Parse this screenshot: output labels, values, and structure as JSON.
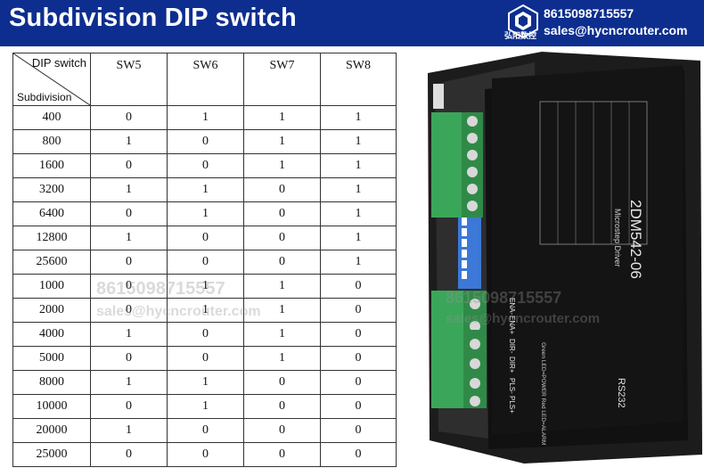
{
  "header": {
    "title": "Subdivision DIP switch",
    "brand_cn": "弘阳数控",
    "phone": "8615098715557",
    "email": "sales@hycncrouter.com"
  },
  "table": {
    "corner_top": "DIP switch",
    "corner_bottom": "Subdivision",
    "columns": [
      "SW5",
      "SW6",
      "SW7",
      "SW8"
    ],
    "rows": [
      {
        "label": "400",
        "values": [
          "0",
          "1",
          "1",
          "1"
        ]
      },
      {
        "label": "800",
        "values": [
          "1",
          "0",
          "1",
          "1"
        ]
      },
      {
        "label": "1600",
        "values": [
          "0",
          "0",
          "1",
          "1"
        ]
      },
      {
        "label": "3200",
        "values": [
          "1",
          "1",
          "0",
          "1"
        ]
      },
      {
        "label": "6400",
        "values": [
          "0",
          "1",
          "0",
          "1"
        ]
      },
      {
        "label": "12800",
        "values": [
          "1",
          "0",
          "0",
          "1"
        ]
      },
      {
        "label": "25600",
        "values": [
          "0",
          "0",
          "0",
          "1"
        ]
      },
      {
        "label": "1000",
        "values": [
          "0",
          "1",
          "1",
          "0"
        ]
      },
      {
        "label": "2000",
        "values": [
          "0",
          "1",
          "1",
          "0"
        ]
      },
      {
        "label": "4000",
        "values": [
          "1",
          "0",
          "1",
          "0"
        ]
      },
      {
        "label": "5000",
        "values": [
          "0",
          "0",
          "1",
          "0"
        ]
      },
      {
        "label": "8000",
        "values": [
          "1",
          "1",
          "0",
          "0"
        ]
      },
      {
        "label": "10000",
        "values": [
          "0",
          "1",
          "0",
          "0"
        ]
      },
      {
        "label": "20000",
        "values": [
          "1",
          "0",
          "0",
          "0"
        ]
      },
      {
        "label": "25000",
        "values": [
          "0",
          "0",
          "0",
          "0"
        ]
      }
    ]
  },
  "watermark": {
    "phone": "8615098715557",
    "email": "sales@hycncrouter.com"
  },
  "device": {
    "model": "2DM542-06",
    "type": "Microstep Driver",
    "port": "RS232",
    "terminals": [
      "ENA-",
      "ENA+",
      "DIR-",
      "DIR+",
      "PLS-",
      "PLS+"
    ],
    "leds": "Green LED=POWER  Red LED=ALARM"
  },
  "colors": {
    "header_bg": "#0d2e8e",
    "driver_body": "#1c1c1c",
    "terminal_green": "#3aa65a",
    "dip_blue": "#3b78d8"
  }
}
